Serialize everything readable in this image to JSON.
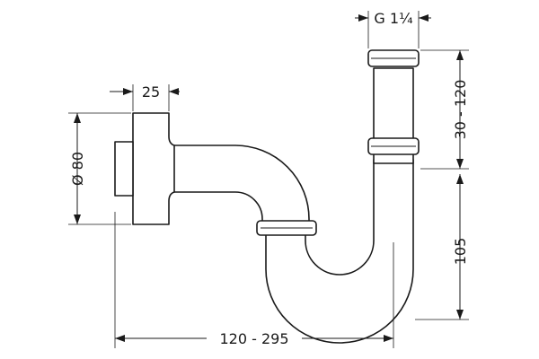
{
  "drawing": {
    "labels": {
      "thread": "G 1¼",
      "wall_flange_depth": "25",
      "flange_diameter": "Ø 80",
      "upper_height": "30 - 120",
      "lower_height": "105",
      "horizontal_length": "120 - 295"
    },
    "line_color": "#1a1a1a",
    "background": "#ffffff"
  }
}
